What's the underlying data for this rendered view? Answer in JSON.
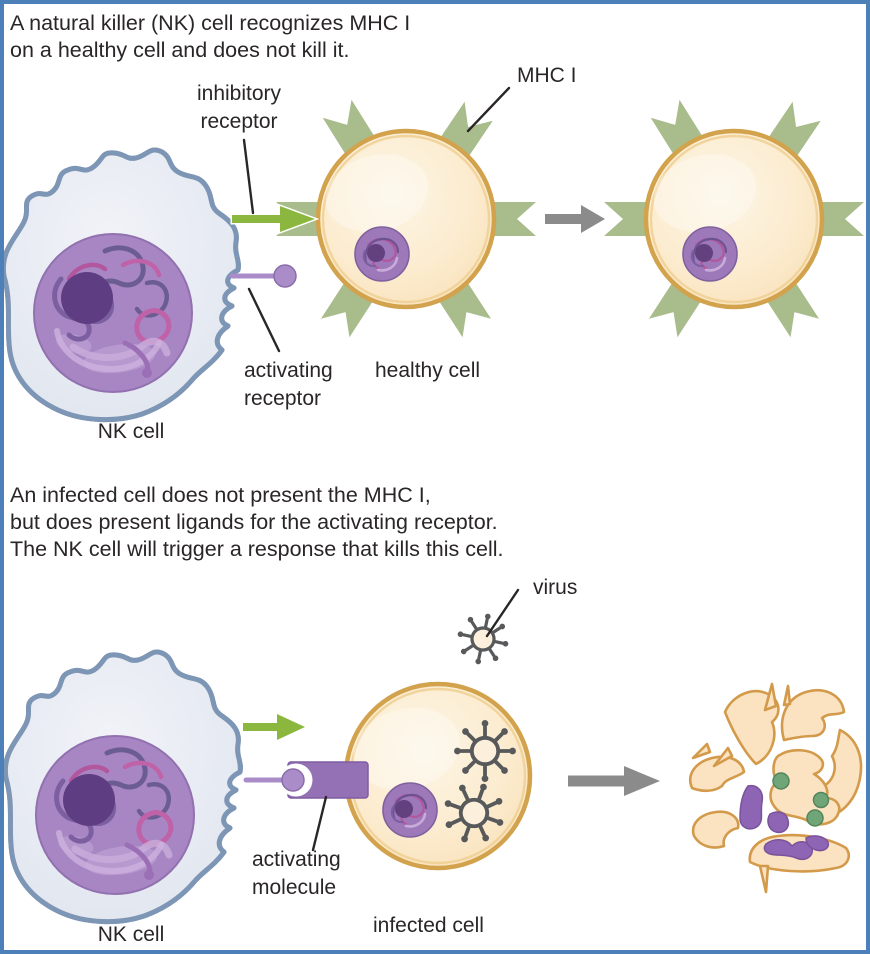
{
  "figure": {
    "type": "biology-diagram",
    "subject": "Natural killer (NK) cell recognition of healthy and infected cells"
  },
  "captions": {
    "top": [
      "A natural killer (NK) cell recognizes MHC I",
      "on a healthy cell and does not kill it."
    ],
    "bottom": [
      "An infected cell does not present the MHC I,",
      "but does present ligands for the activating receptor.",
      "The NK cell will trigger a response that kills this cell."
    ]
  },
  "labels": {
    "inhibitory_receptor_line1": "inhibitory",
    "inhibitory_receptor_line2": "receptor",
    "mhc_i": "MHC I",
    "activating_receptor_line1": "activating",
    "activating_receptor_line2": "receptor",
    "nk_cell_top": "NK cell",
    "healthy_cell": "healthy cell",
    "virus": "virus",
    "activating_molecule_line1": "activating",
    "activating_molecule_line2": "molecule",
    "nk_cell_bottom": "NK cell",
    "infected_cell": "infected cell"
  },
  "colors": {
    "frame": "#4d7fb9",
    "text": "#2a2627",
    "mhc_green": "#a9bc8b",
    "signal_green": "#8cb73e",
    "receptor_purple": "#a98cc8",
    "molecule_purple": "#9471b5",
    "cell_border": "#d2a24c",
    "cell_fill": "#fbe7c4",
    "nk_border": "#7e96b5",
    "nk_fill": "#e8ebf2",
    "nucleus_purple": "#a886c4",
    "nucleolus_purple": "#5f3d82",
    "arrow_gray": "#8b8b8b",
    "virus_gray": "#58595b",
    "granule_green": "#6fa577"
  }
}
